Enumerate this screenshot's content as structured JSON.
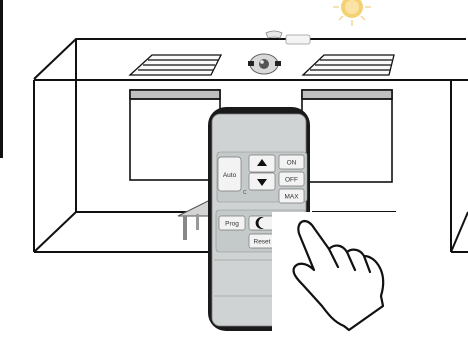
{
  "remote": {
    "buttons": {
      "auto": "Auto",
      "on": "ON",
      "off": "OFF",
      "max": "MAX",
      "prog": "Prog",
      "reset": "Reset"
    },
    "icons": [
      "up-arrow-icon",
      "down-arrow-icon",
      "moon-icon"
    ]
  },
  "scene_icons": [
    "sun-icon",
    "ceiling-sensor-icon",
    "hand-pointer-icon"
  ],
  "colors": {
    "remote_body": "#1a1a1a",
    "remote_face": "#cfd3d3",
    "button_face": "#f3f3f3",
    "sun": "#f2ce6a",
    "line": "#111111"
  }
}
